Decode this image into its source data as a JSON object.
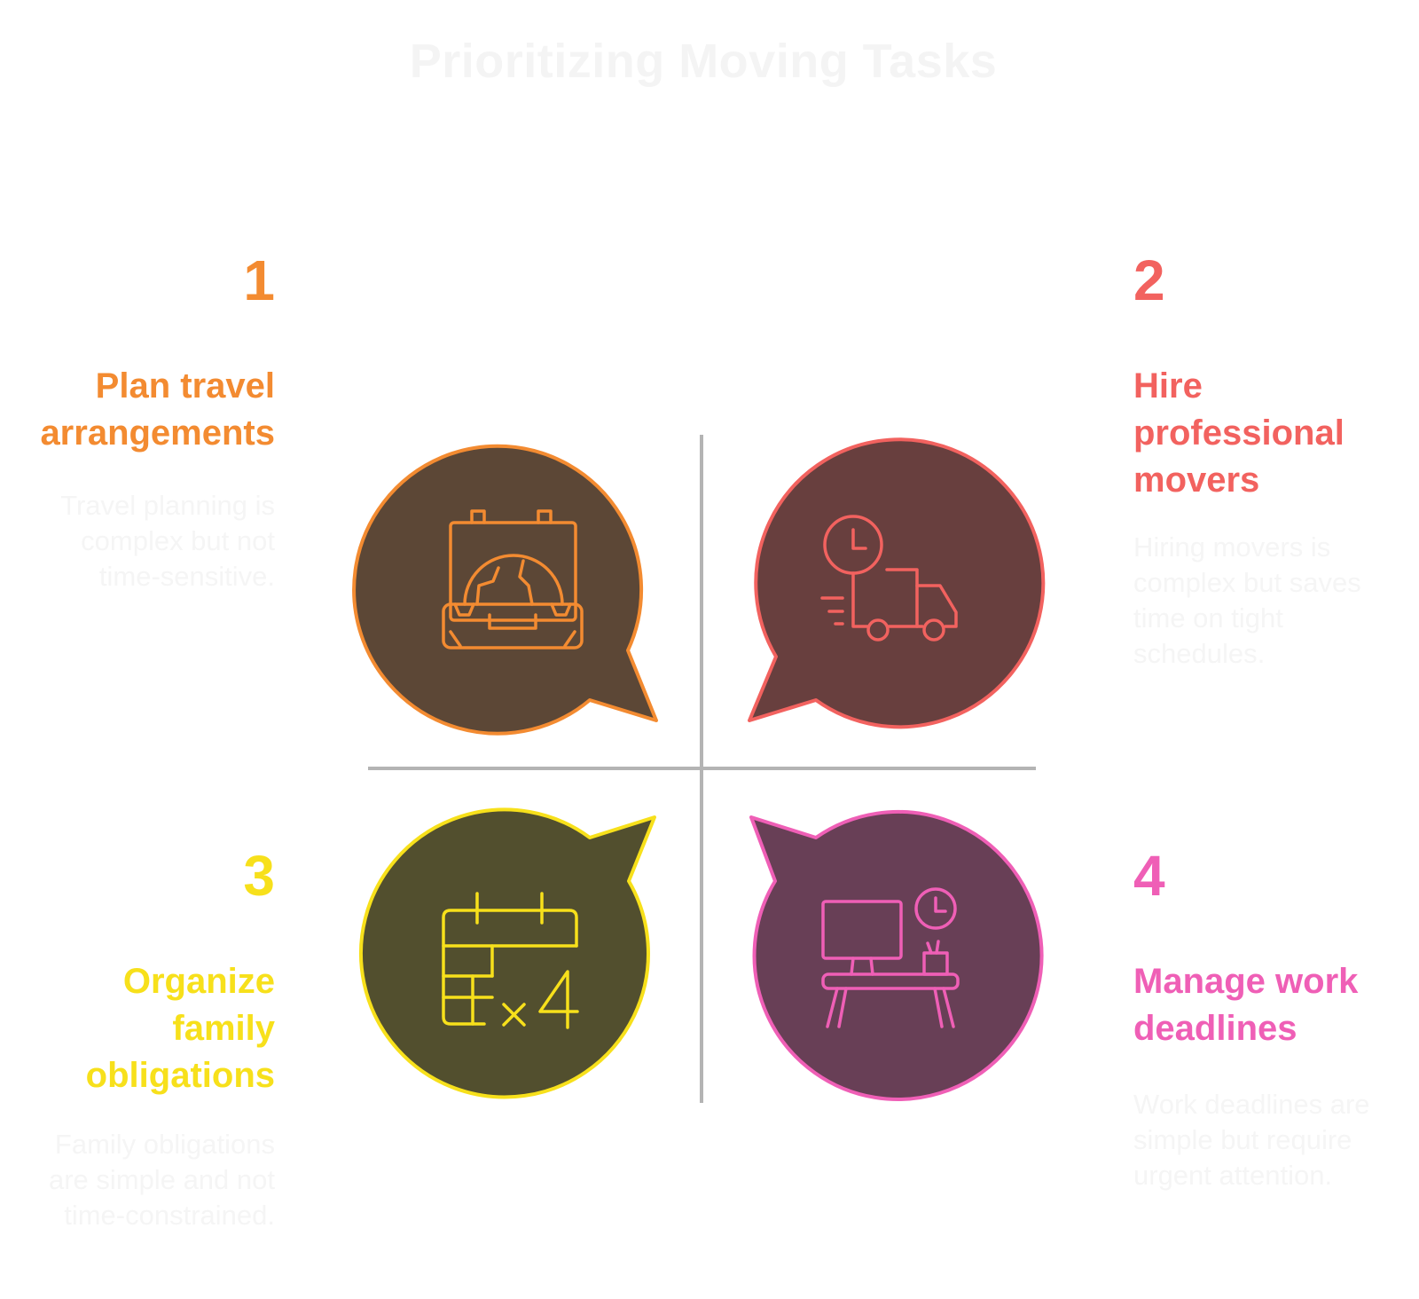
{
  "title": "Prioritizing Moving Tasks",
  "quadrants": [
    {
      "number": "1",
      "heading": "Plan travel arrangements",
      "description": "Travel planning is complex but not time-sensitive.",
      "icon": "suitcase-globe-icon",
      "color": "#f38b31",
      "fill": "#5c4736"
    },
    {
      "number": "2",
      "heading": "Hire professional movers",
      "description": "Hiring movers is complex but saves time on tight schedules.",
      "icon": "delivery-truck-clock-icon",
      "color": "#f2625f",
      "fill": "#683f3e"
    },
    {
      "number": "3",
      "heading": "Organize family obligations",
      "description": "Family obligations are simple and not time-constrained.",
      "icon": "calendar-times-four-icon",
      "color": "#f7e01b",
      "fill": "#524f2e"
    },
    {
      "number": "4",
      "heading": "Manage work deadlines",
      "description": "Work deadlines are simple but require urgent attention.",
      "icon": "desk-computer-clock-icon",
      "color": "#ef5fb6",
      "fill": "#683f56"
    }
  ]
}
